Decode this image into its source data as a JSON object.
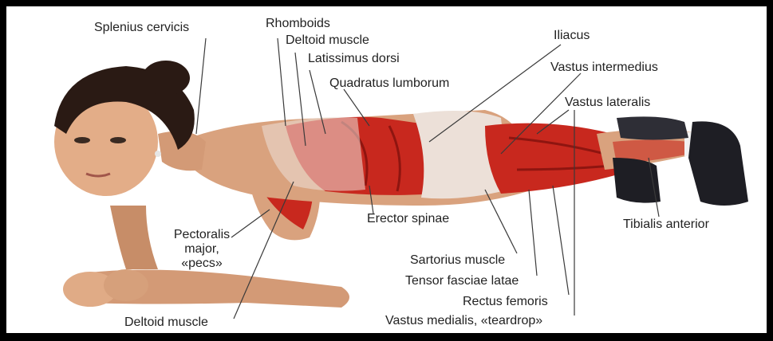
{
  "labels": {
    "splenius_cervicis": "Splenius cervicis",
    "rhomboids": "Rhomboids",
    "deltoid_muscle_top": "Deltoid muscle",
    "latissimus_dorsi": "Latissimus dorsi",
    "quadratus_lumborum": "Quadratus lumborum",
    "iliacus": "Iliacus",
    "vastus_intermedius": "Vastus intermedius",
    "vastus_lateralis": "Vastus lateralis",
    "tibialis_anterior": "Tibialis anterior",
    "erector_spinae": "Erector spinae",
    "pectoralis_line1": "Pectoralis",
    "pectoralis_line2": "major,",
    "pectoralis_line3": "«pecs»",
    "sartorius_muscle": "Sartorius muscle",
    "tensor_fasciae_latae": "Tensor fasciae latae",
    "rectus_femoris": "Rectus femoris",
    "vastus_medialis": "Vastus medialis, «teardrop»",
    "deltoid_muscle_bottom": "Deltoid muscle"
  },
  "colors": {
    "skin": "#d9a27e",
    "skin_shadow": "#b97a55",
    "muscle": "#c8281e",
    "muscle_dark": "#8e1510",
    "fabric": "#ece0d8",
    "hair": "#2a1a14",
    "shoe": "#1e1e24",
    "leader": "#3a3a3a"
  }
}
